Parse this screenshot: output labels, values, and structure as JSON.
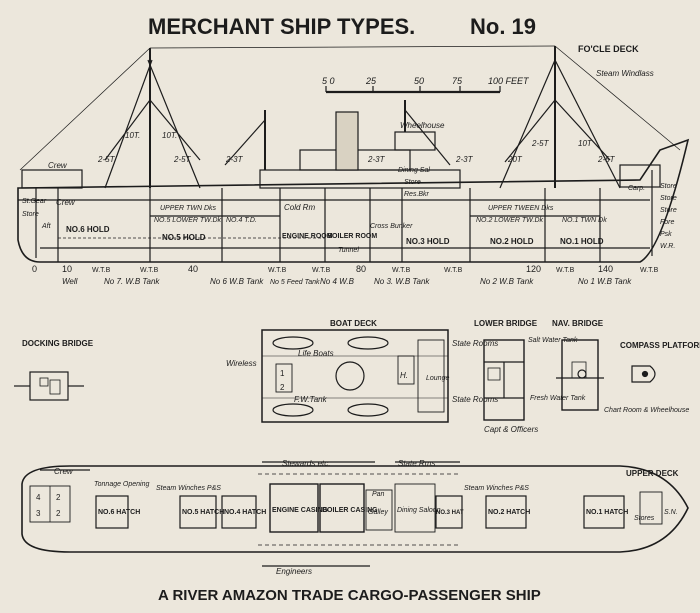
{
  "title": "MERCHANT SHIP TYPES.",
  "plate_number": "No. 19",
  "subtitle": "A RIVER AMAZON TRADE CARGO-PASSENGER SHIP",
  "scale": {
    "ticks": [
      "5 0",
      "25",
      "50",
      "75",
      "100 FEET"
    ]
  },
  "profile": {
    "labels": {
      "focle_deck": "FO'CLE DECK",
      "steam_windlass": "Steam Windlass",
      "wheelhouse": "Wheelhouse",
      "crew": "Crew",
      "crew2": "Crew",
      "st_gear": "St.Gear",
      "store_aft": "Store",
      "aft": "Aft",
      "upper_twn_aft": "UPPER TWN Dks",
      "no5_lower": "NO.5 LOWER TW.Dk",
      "no4_td": "NO.4 T.D.",
      "cold_rm": "Cold Rm",
      "dining_sal": "Dining Sal",
      "store_mid": "Store",
      "res_bkr": "Res.Bkr",
      "upper_tween_fwd": "UPPER TWEEN Dks",
      "no2_lower": "NO.2 LOWER TW.Dk",
      "no1_twn": "NO.1 TWN Dk",
      "carp": "Carp.",
      "store_fwd1": "Store",
      "store_fwd2": "Store",
      "store_fwd3": "Store",
      "fore": "Fore",
      "psk": "Psk",
      "wr": "W.R.",
      "no6_hold": "NO.6 HOLD",
      "no5_hold": "NO.5 HOLD",
      "engine_room": "ENGINE ROOM",
      "boiler_room": "BOILER ROOM",
      "cross_bunker": "Cross Bunker",
      "tunnel": "Tunnel",
      "no3_hold": "NO.3 HOLD",
      "no2_hold": "NO.2 HOLD",
      "no1_hold": "NO.1 HOLD"
    },
    "derricks": [
      "10T.",
      "10T.",
      "2-5T",
      "2-5T",
      "2-3T",
      "2-3T",
      "2-3T",
      "20T",
      "2-5T",
      "10T",
      "2-5T"
    ],
    "frames": [
      "0",
      "10",
      "40",
      "80",
      "120",
      "140"
    ],
    "wtb": [
      "W.T.B",
      "W.T.B",
      "W.T.B",
      "W.T.B",
      "W.T.B",
      "W.T.B",
      "W.T.B",
      "W.T.B"
    ],
    "tanks": [
      "Well",
      "No 7. W.B Tank",
      "No 6 W.B Tank",
      "No 5 Feed Tank",
      "No 4 W.B",
      "No 3. W.B Tank",
      "No 2 W.B Tank",
      "No 1 W.B Tank"
    ]
  },
  "docking_bridge": {
    "title": "DOCKING BRIDGE"
  },
  "boat_deck": {
    "title": "BOAT DECK",
    "wireless": "Wireless",
    "life_boats": "Life Boats",
    "fw_tank": "F.W.Tank",
    "lounge": "Lounge",
    "h": "H.",
    "state_rooms1": "State Rooms",
    "state_rooms2": "State Rooms",
    "n1": "1",
    "n2": "2"
  },
  "lower_bridge": {
    "title": "LOWER BRIDGE",
    "capt": "Capt & Officers"
  },
  "nav_bridge": {
    "title": "NAV. BRIDGE",
    "salt_water": "Salt Water Tank",
    "fresh_water": "Fresh Water Tank",
    "chart_room": "Chart Room & Wheelhouse"
  },
  "compass_platform": {
    "title": "COMPASS PLATFORM"
  },
  "upper_deck": {
    "title": "UPPER DECK",
    "crew": "Crew",
    "tonnage_opening": "Tonnage Opening",
    "stewards": "Stewards etc.",
    "state_rms": "State Rms",
    "steam_winches_aft": "Steam Winches P&S",
    "steam_winches_fwd": "Steam Winches P&S",
    "hatches": [
      "NO.6 HATCH",
      "NO.5 HATCH",
      "NO.4 HATCH",
      "NO.3 HAT",
      "NO.2 HATCH",
      "NO.1 HATCH"
    ],
    "engine_casing": "ENGINE CASING",
    "boiler_casing": "BOILER CASING",
    "galley": "Galley",
    "pan": "Pan",
    "dining_saloon": "Dining Saloon",
    "stores": "Stores",
    "sn": "S.N.",
    "engineers": "Engineers",
    "cabin_numbers": [
      "4",
      "2",
      "3",
      "2"
    ]
  }
}
